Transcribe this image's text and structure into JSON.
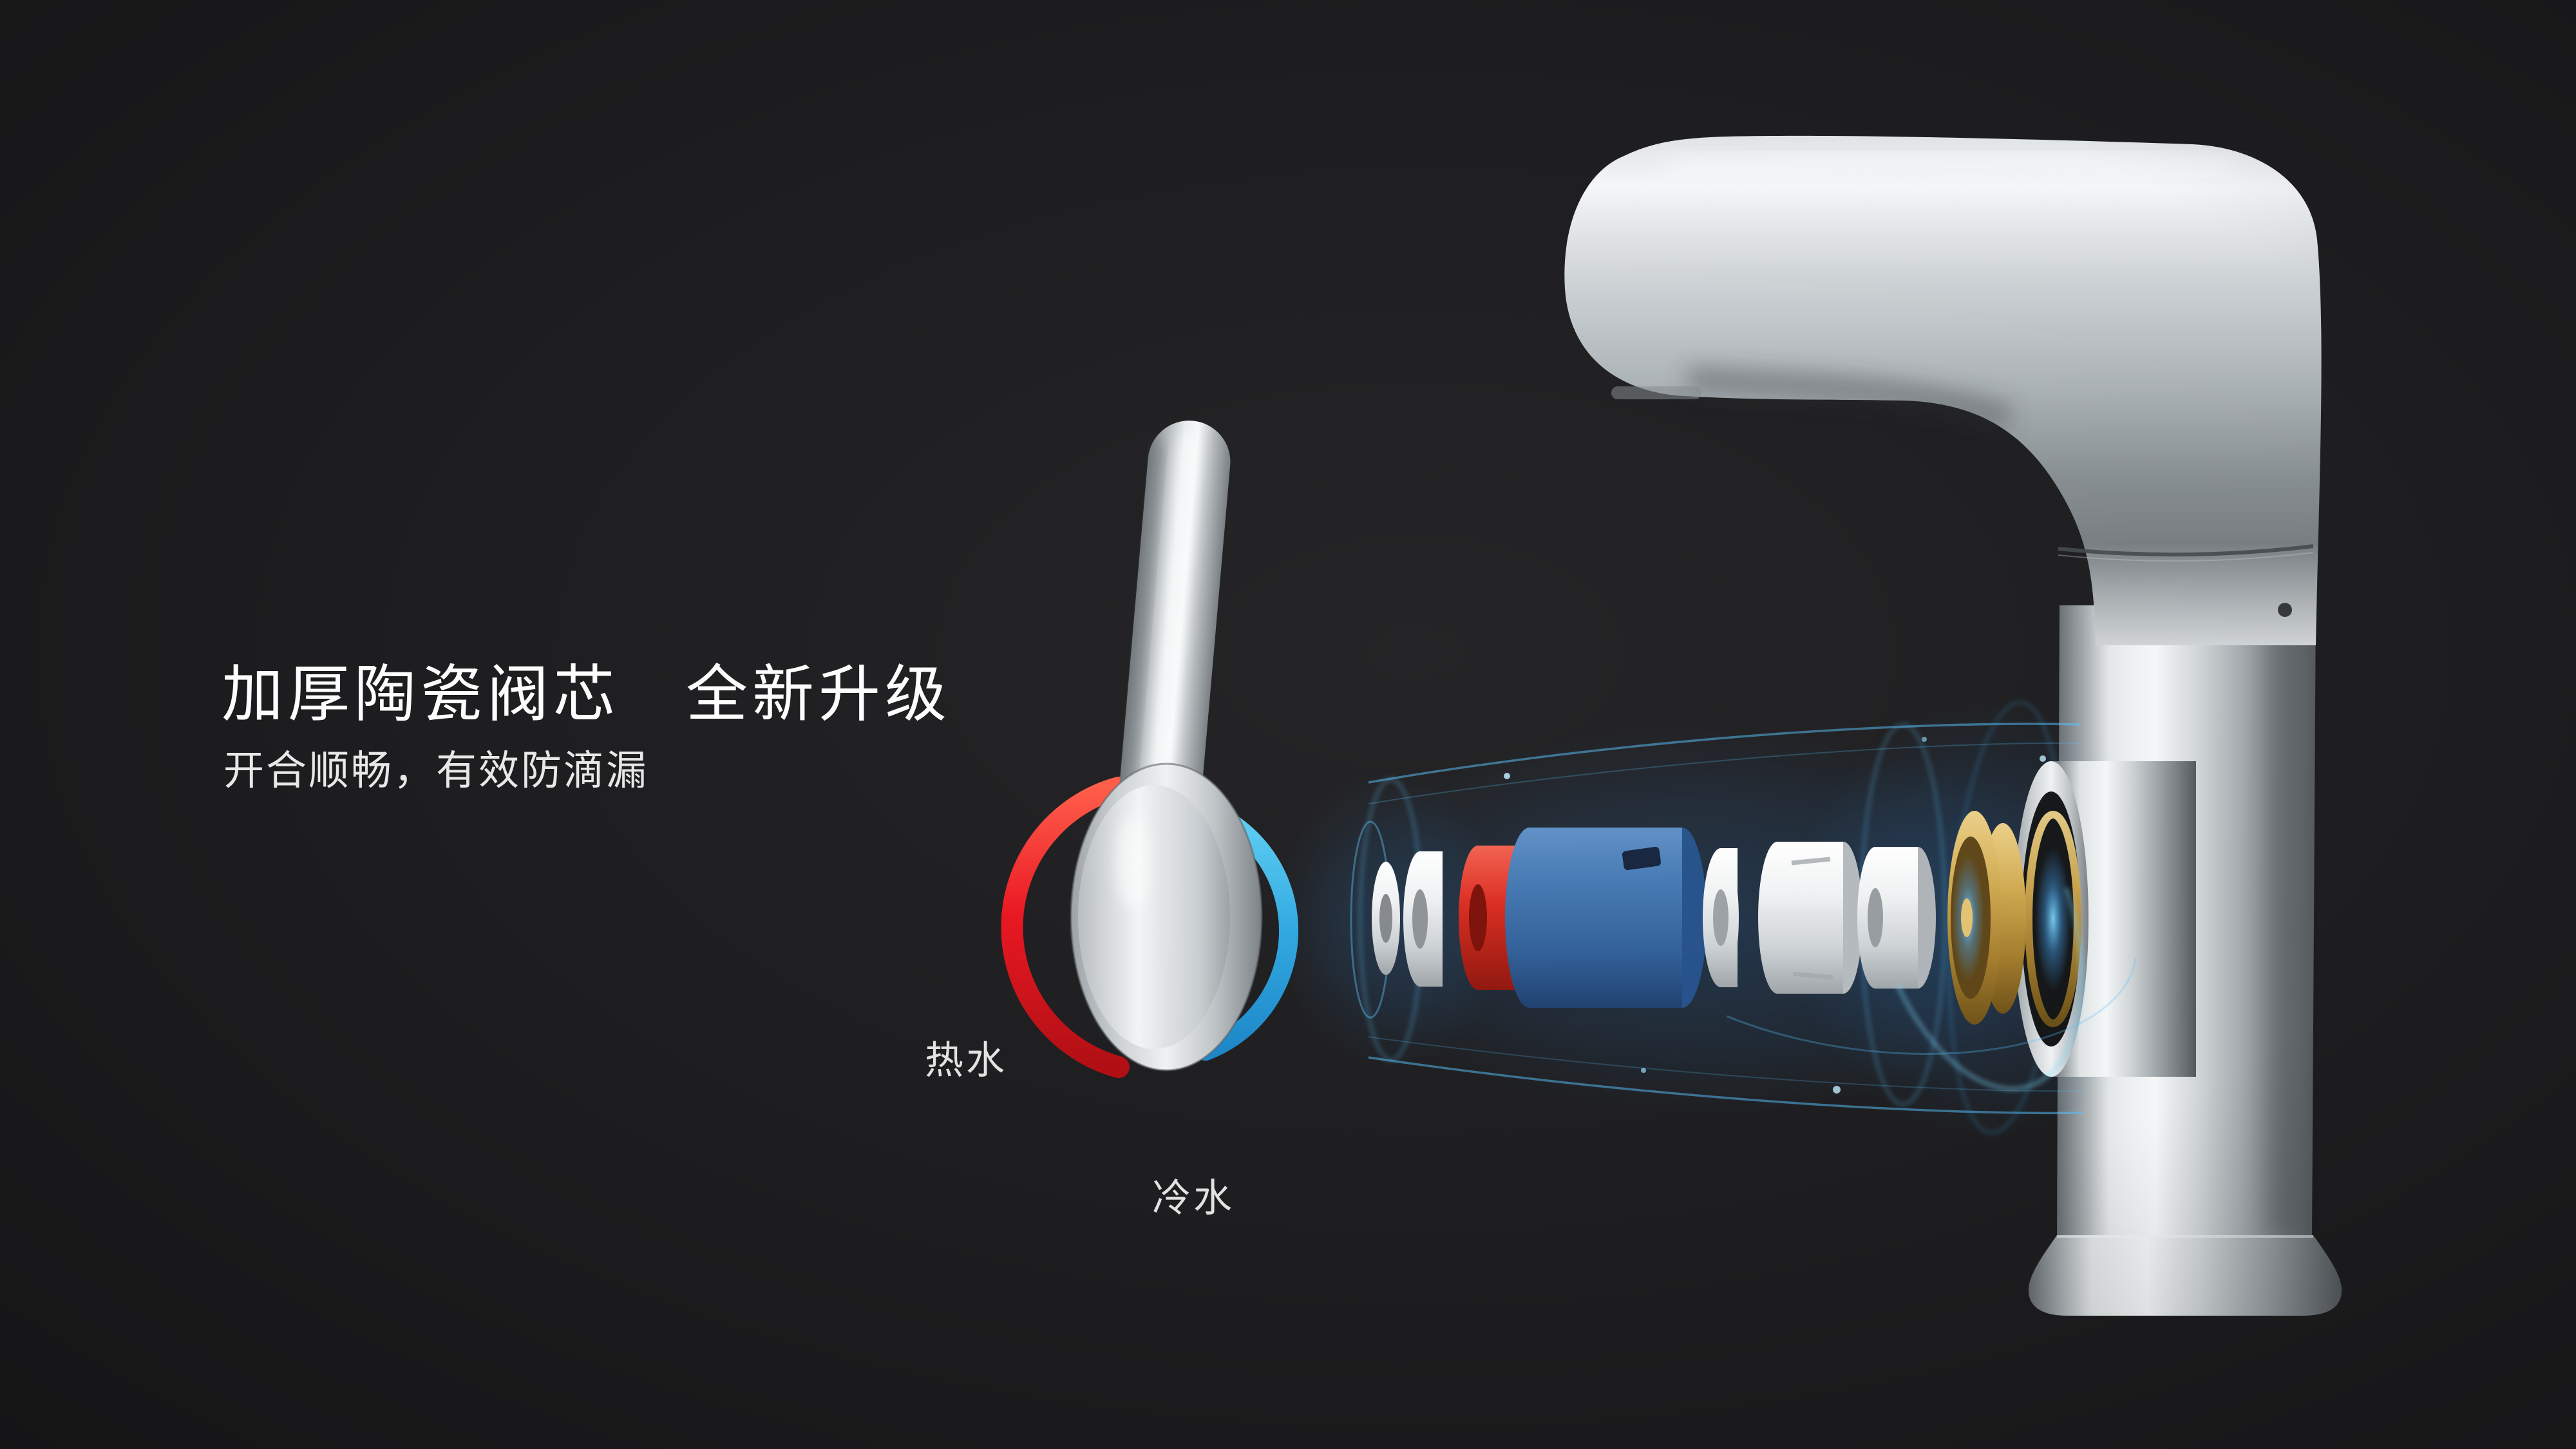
{
  "page": {
    "background": "#1d1d1f",
    "heading": {
      "title": "加厚陶瓷阀芯　全新升级",
      "subtitle": "开合顺畅，有效防滴漏"
    },
    "labels": {
      "hot": "热水",
      "cold": "冷水"
    },
    "colors": {
      "hot_red": "#e8101c",
      "cold_blue": "#2ea7e0",
      "glow_blue": "#58c4ff",
      "chrome_light": "#f4f6f7",
      "chrome_dark": "#64696d",
      "cartridge_blue": "#3c6ea9",
      "brass_gold": "#cfa94f",
      "text_white": "#f5f5f5"
    }
  }
}
